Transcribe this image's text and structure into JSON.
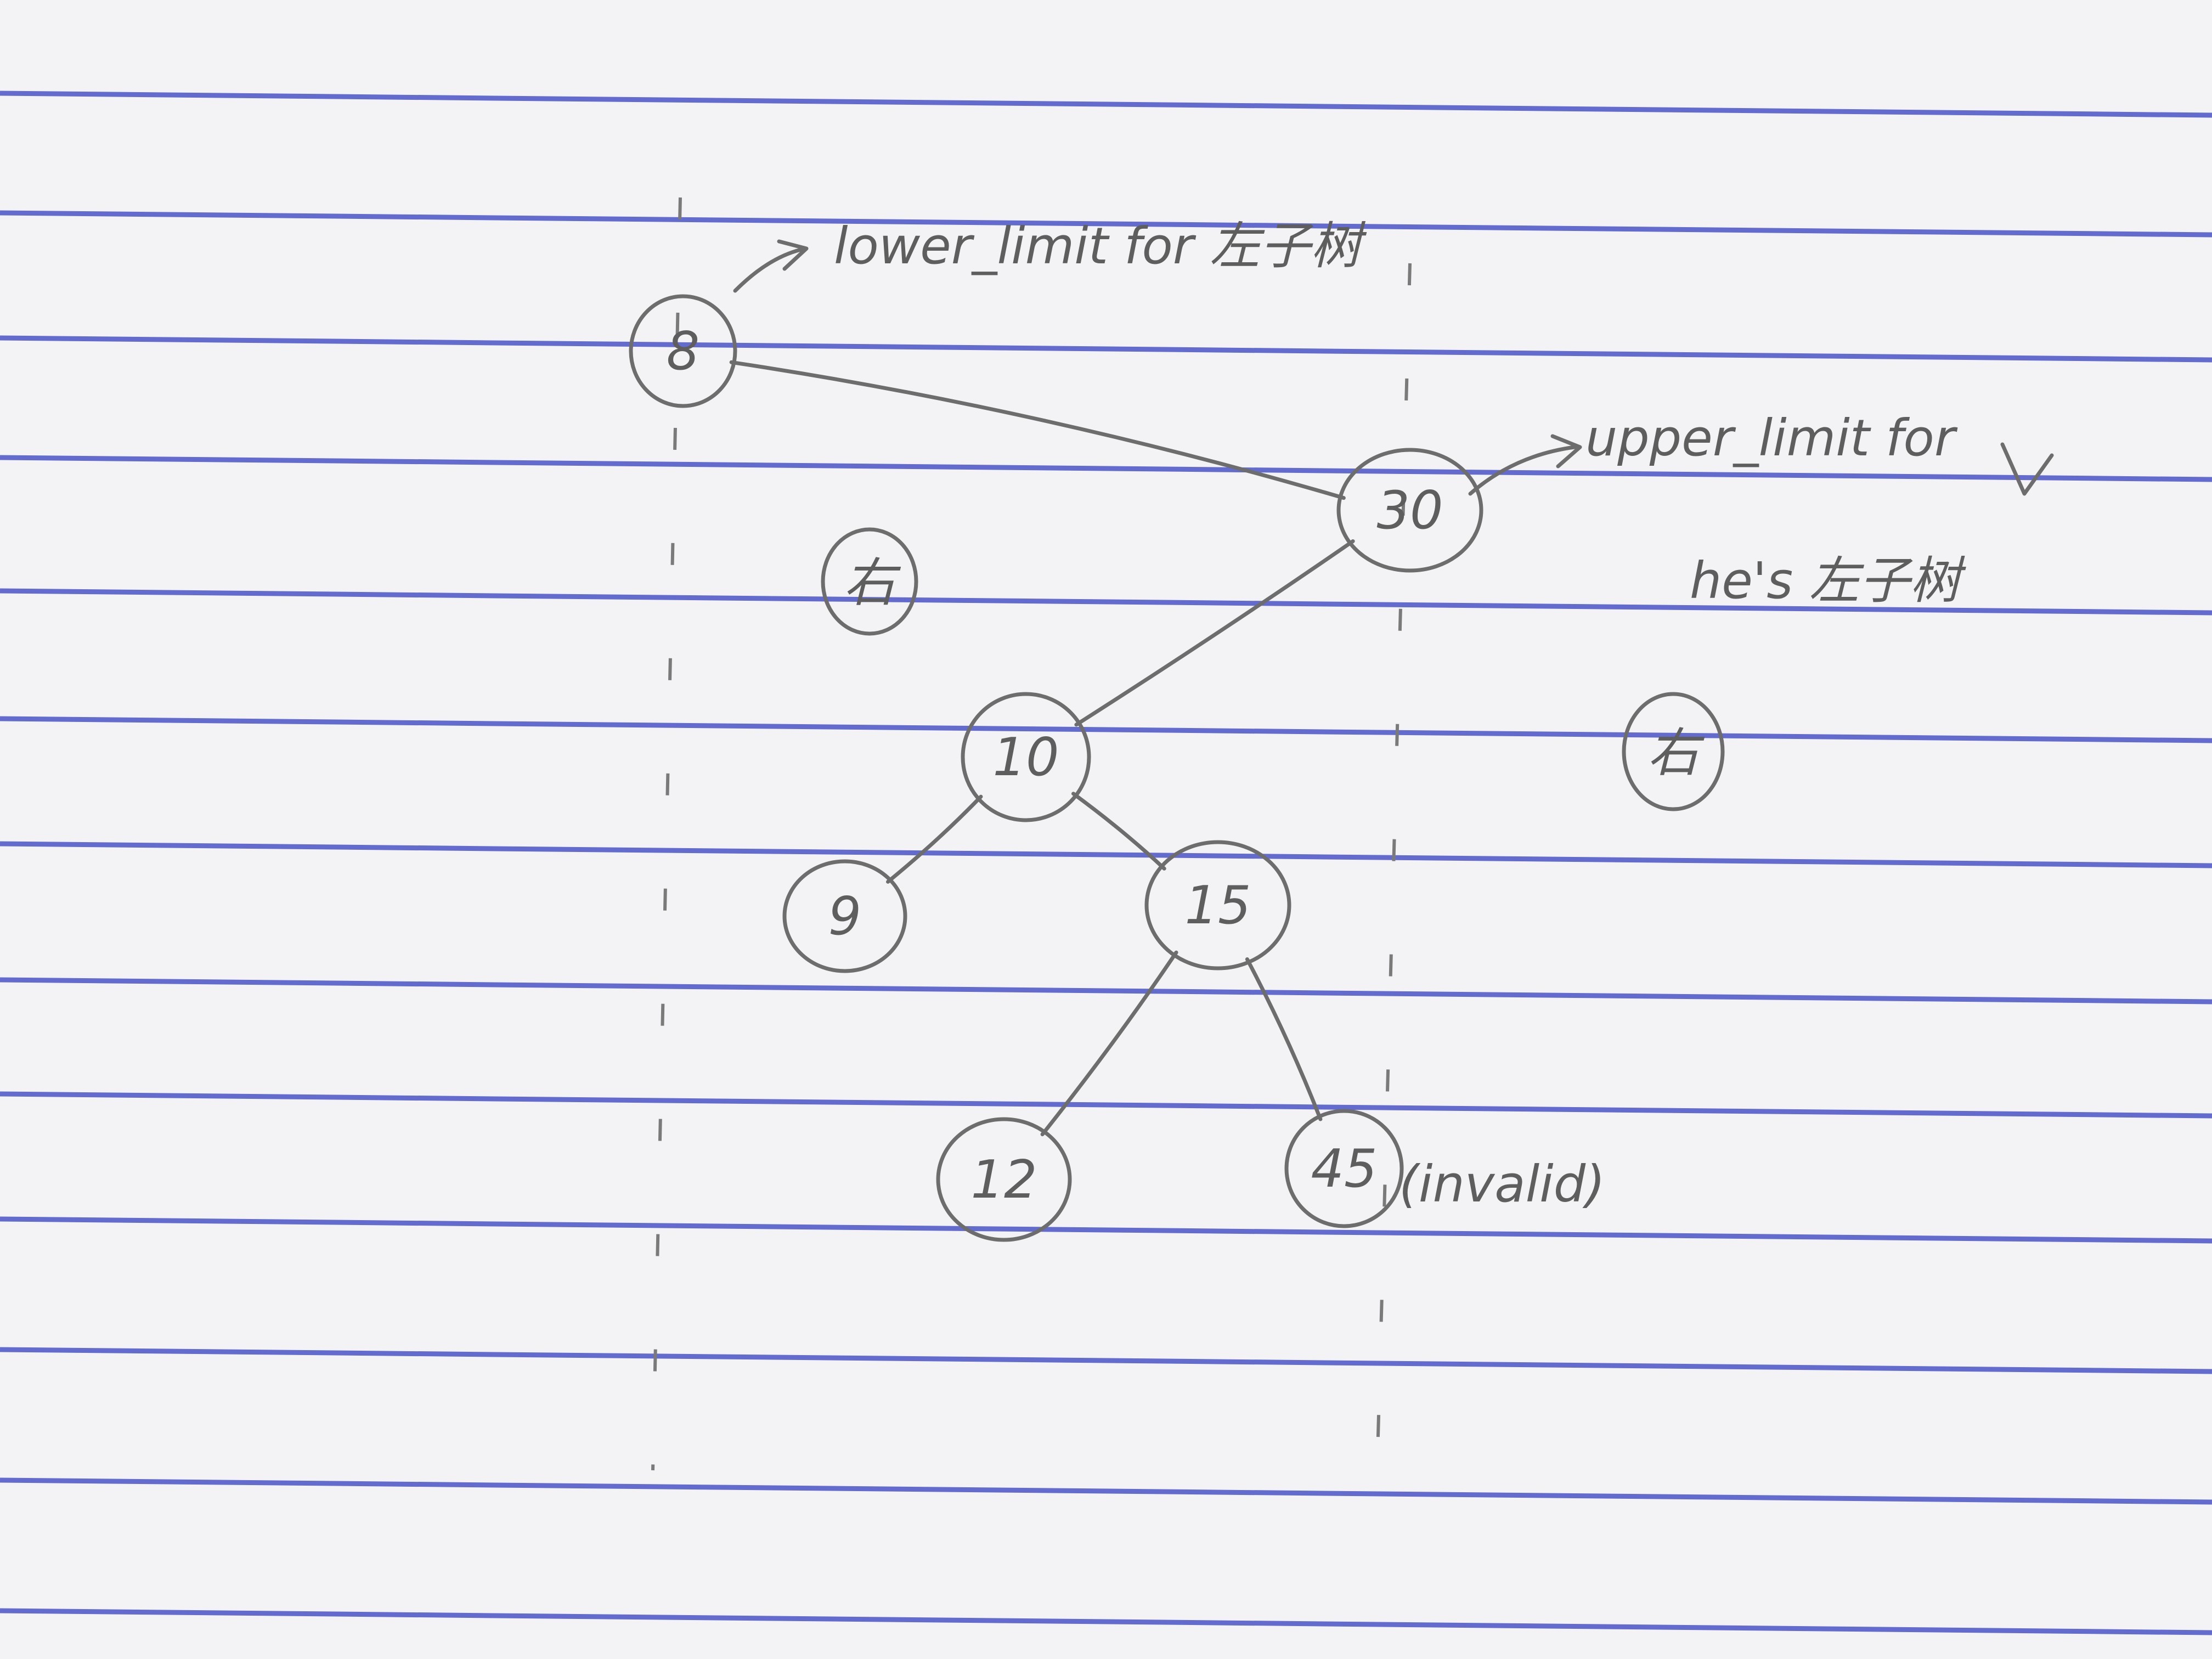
{
  "colors": {
    "paper": "#f3f3f5",
    "rule_line": "#4a55c8",
    "pencil": "#6d6d6d"
  },
  "tree": {
    "nodes": [
      {
        "id": "n8",
        "label": "8"
      },
      {
        "id": "n30",
        "label": "30"
      },
      {
        "id": "n10",
        "label": "10"
      },
      {
        "id": "n9",
        "label": "9"
      },
      {
        "id": "n15",
        "label": "15"
      },
      {
        "id": "n12",
        "label": "12"
      },
      {
        "id": "n45",
        "label": "45"
      }
    ],
    "edges": [
      [
        "n8",
        "n30"
      ],
      [
        "n30",
        "n10"
      ],
      [
        "n10",
        "n9"
      ],
      [
        "n10",
        "n15"
      ],
      [
        "n15",
        "n12"
      ],
      [
        "n15",
        "n45"
      ]
    ]
  },
  "annotations": {
    "lower_limit": "lower_limit for 左子树",
    "upper_limit_line1": "upper_limit for",
    "upper_limit_line2": "he's 左子树",
    "right_mark_1": "右",
    "right_mark_2": "右",
    "invalid": "(invalid)"
  }
}
